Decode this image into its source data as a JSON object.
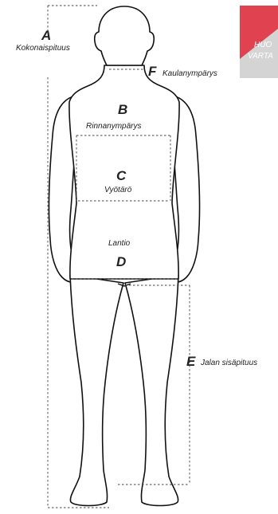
{
  "measurements": {
    "A": {
      "letter": "A",
      "label": "Kokonaispituus"
    },
    "B": {
      "letter": "B",
      "label": "Rinnanympärys"
    },
    "C": {
      "letter": "C",
      "label": "Vyötärö"
    },
    "D": {
      "letter": "D",
      "label": "Lantio"
    },
    "E": {
      "letter": "E",
      "label": "Jalan sisäpituus"
    },
    "F": {
      "letter": "F",
      "label": "Kaulanympärys"
    }
  },
  "notice": {
    "line1": "HUO",
    "line2": "VARTA",
    "colors": {
      "accent": "#e0424f",
      "panel": "#d4d4d4"
    }
  },
  "colors": {
    "outline": "#111111",
    "guide": "#444444",
    "text": "#222222"
  }
}
